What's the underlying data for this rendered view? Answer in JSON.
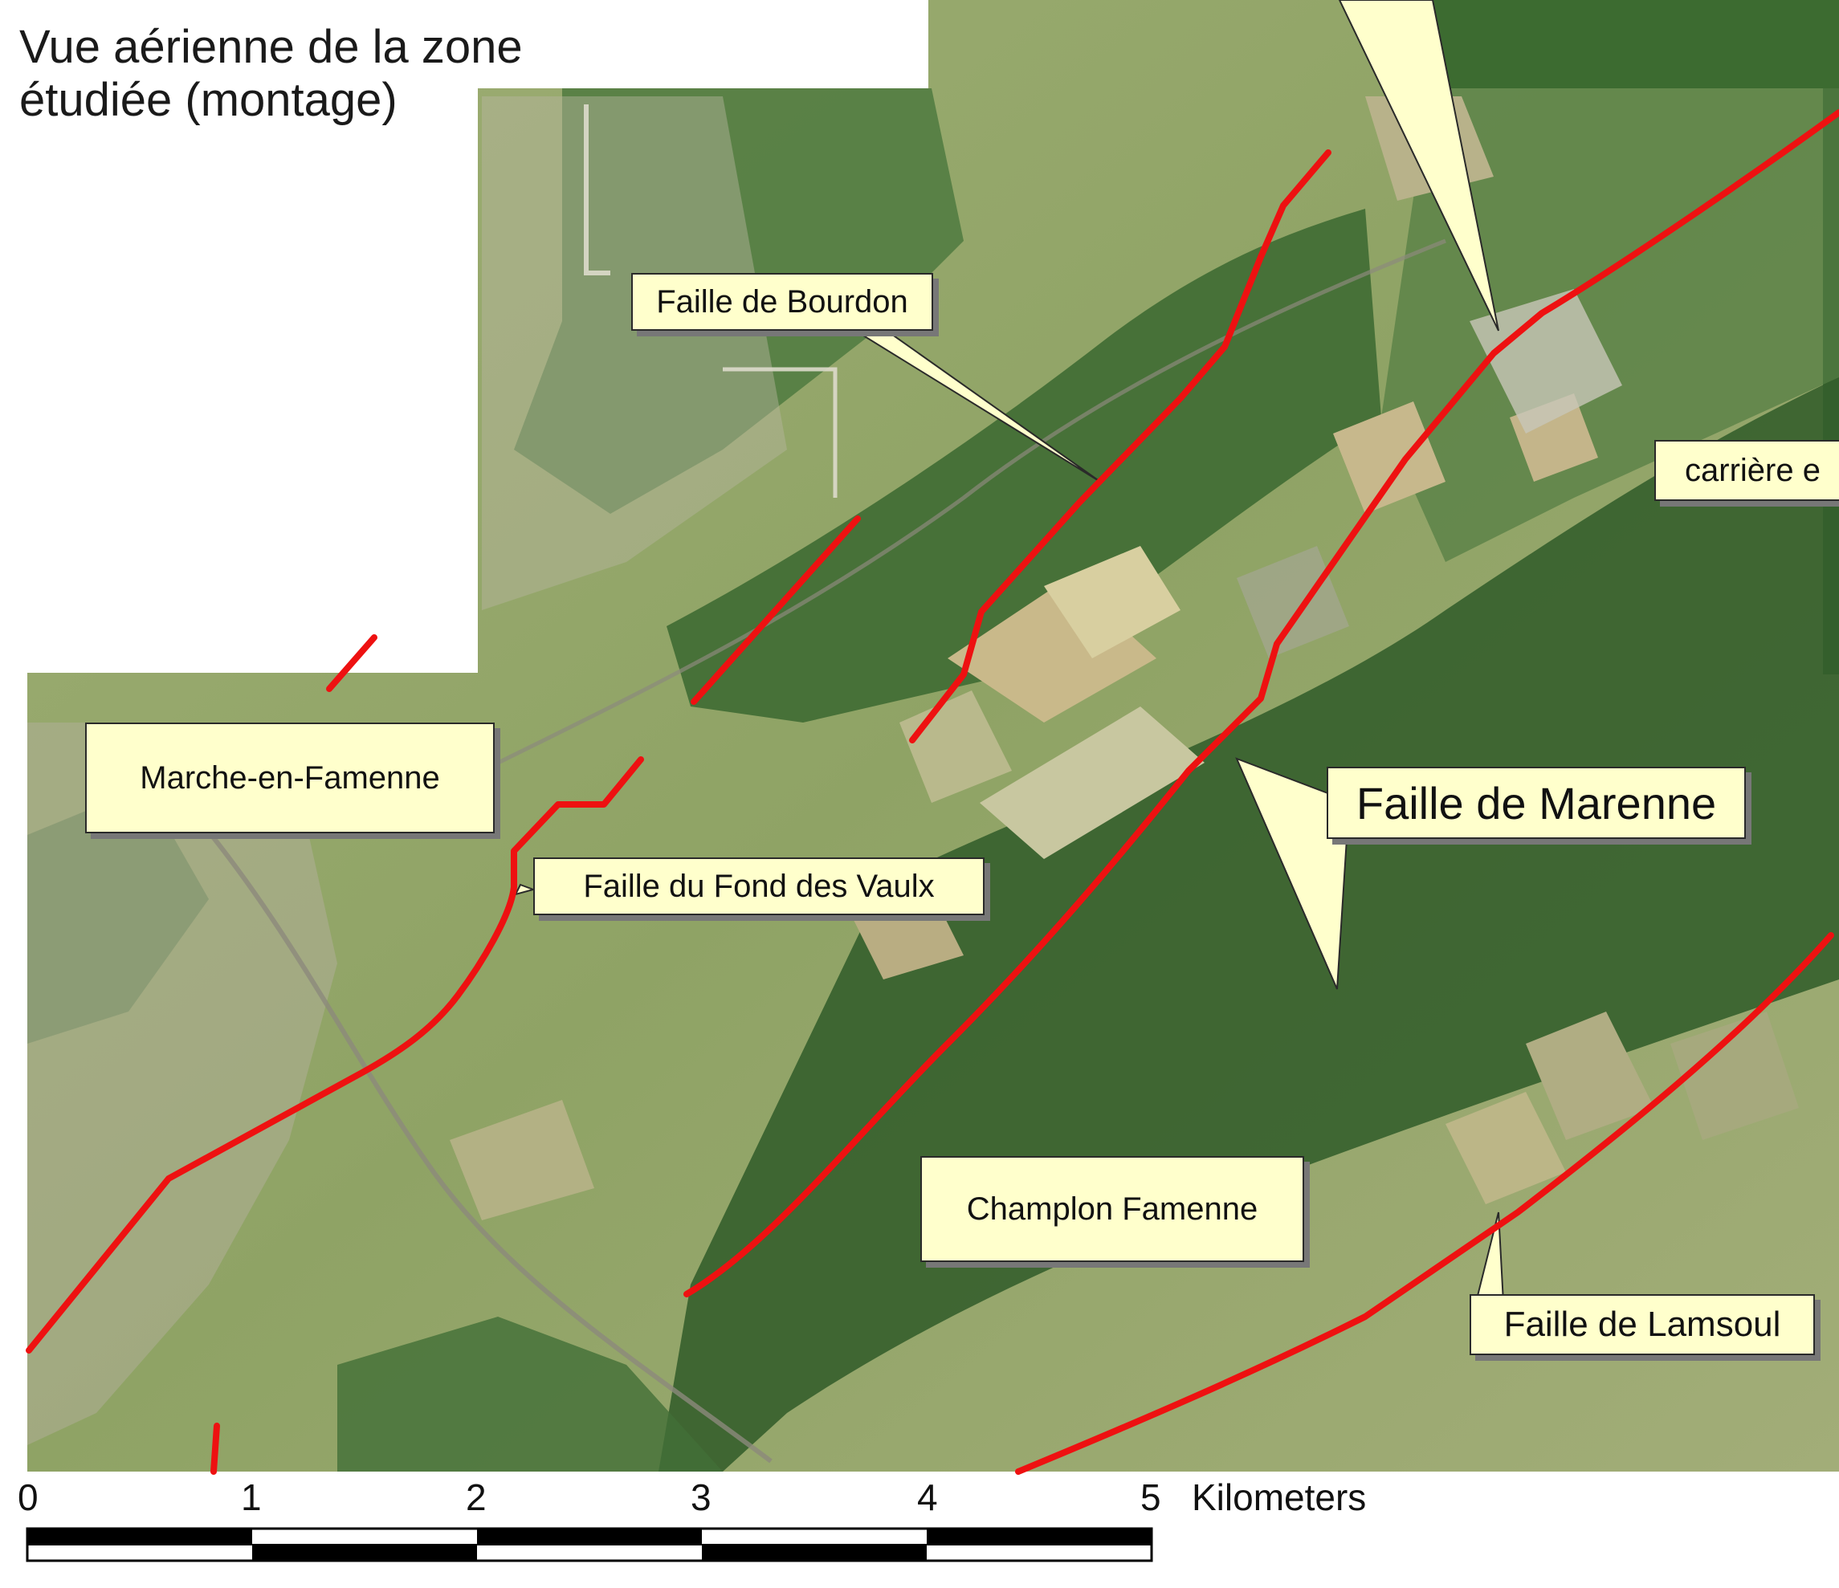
{
  "title": "Vue aérienne de la zone étudiée (montage)",
  "labels": {
    "marche": "Marche-en-Famenne",
    "bourdon": "Faille de Bourdon",
    "fond_vaulx": "Faille du Fond des Vaulx",
    "marenne": "Faille de Marenne",
    "champlon": "Champlon Famenne",
    "lamsoul": "Faille de Lamsoul",
    "carriere": "carrière e"
  },
  "scale": {
    "ticks": [
      "0",
      "1",
      "2",
      "3",
      "4",
      "5"
    ],
    "unit": "Kilometers"
  },
  "colors": {
    "fault_line": "#ee1111",
    "callout_fill": "#ffffcc",
    "forest": "#3d6b36",
    "field": "#a7b27a"
  }
}
